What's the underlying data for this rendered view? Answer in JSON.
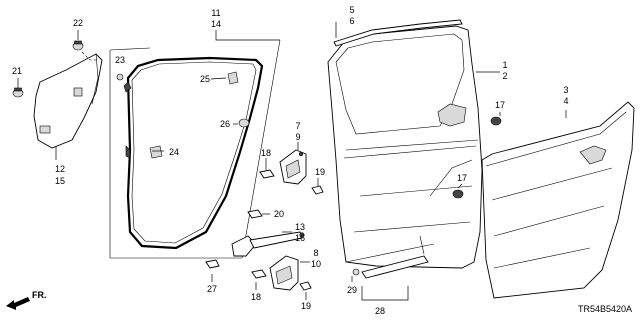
{
  "callouts": {
    "c1": "1",
    "c2": "2",
    "c3": "3",
    "c4": "4",
    "c5": "5",
    "c6": "6",
    "c7": "7",
    "c8": "8",
    "c9": "9",
    "c10": "10",
    "c11": "11",
    "c12": "12",
    "c13": "13",
    "c14": "14",
    "c15": "15",
    "c16": "16",
    "c17a": "17",
    "c17b": "17",
    "c18a": "18",
    "c18b": "18",
    "c19a": "19",
    "c19b": "19",
    "c20": "20",
    "c21": "21",
    "c22": "22",
    "c23": "23",
    "c24": "24",
    "c25": "25",
    "c26": "26",
    "c27": "27",
    "c28": "28",
    "c29": "29"
  },
  "direction_label": "FR.",
  "diagram_code": "TR54B5420A"
}
